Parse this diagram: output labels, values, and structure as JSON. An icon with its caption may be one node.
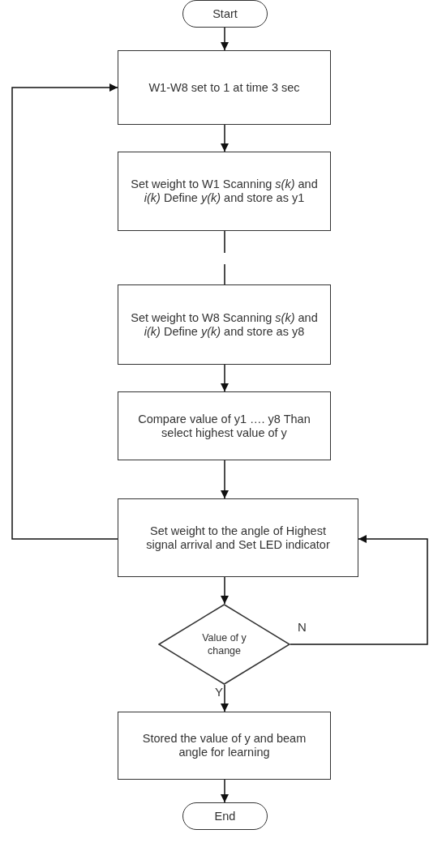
{
  "diagram": {
    "nodes": [
      {
        "text": [
          "Start"
        ]
      },
      {
        "text": [
          "W1-W8 set to 1 at time 3 sec"
        ]
      },
      {
        "text": [
          "Set weight to W1 Scanning *s(k)* and *i(k)* Define *y(k)* and store as y1"
        ]
      },
      {
        "text": [
          "Set weight to W8 Scanning *s(k)* and *i(k)* Define *y(k)* and store as y8"
        ]
      },
      {
        "text": [
          "Compare value of y1 …. y8 Than select highest value of y"
        ]
      },
      {
        "text": [
          "Set weight to the angle of Highest signal arrival and Set LED indicator"
        ]
      },
      {
        "text": [
          "Value of y change"
        ]
      },
      {
        "text": [
          "Stored the value of y and beam angle for learning"
        ]
      },
      {
        "text": [
          "End"
        ]
      }
    ],
    "edges": [
      {
        "from": 0,
        "to": 1,
        "arrow": "to"
      },
      {
        "from": 1,
        "to": 2,
        "arrow": "to"
      },
      {
        "from": 2,
        "to": 3,
        "arrow": "none",
        "style": "dashed"
      },
      {
        "from": 3,
        "to": 4,
        "arrow": "to"
      },
      {
        "from": 4,
        "to": 5,
        "arrow": "to"
      },
      {
        "from": 5,
        "to": 6,
        "arrow": "to"
      },
      {
        "from": 5,
        "to": 1,
        "arrow": "to"
      },
      {
        "from": 6,
        "to": 7,
        "arrow": "to",
        "label": "Y"
      },
      {
        "from": 6,
        "to": 5,
        "arrow": "to",
        "label": "N"
      },
      {
        "from": 7,
        "to": 8,
        "arrow": "to"
      }
    ]
  }
}
